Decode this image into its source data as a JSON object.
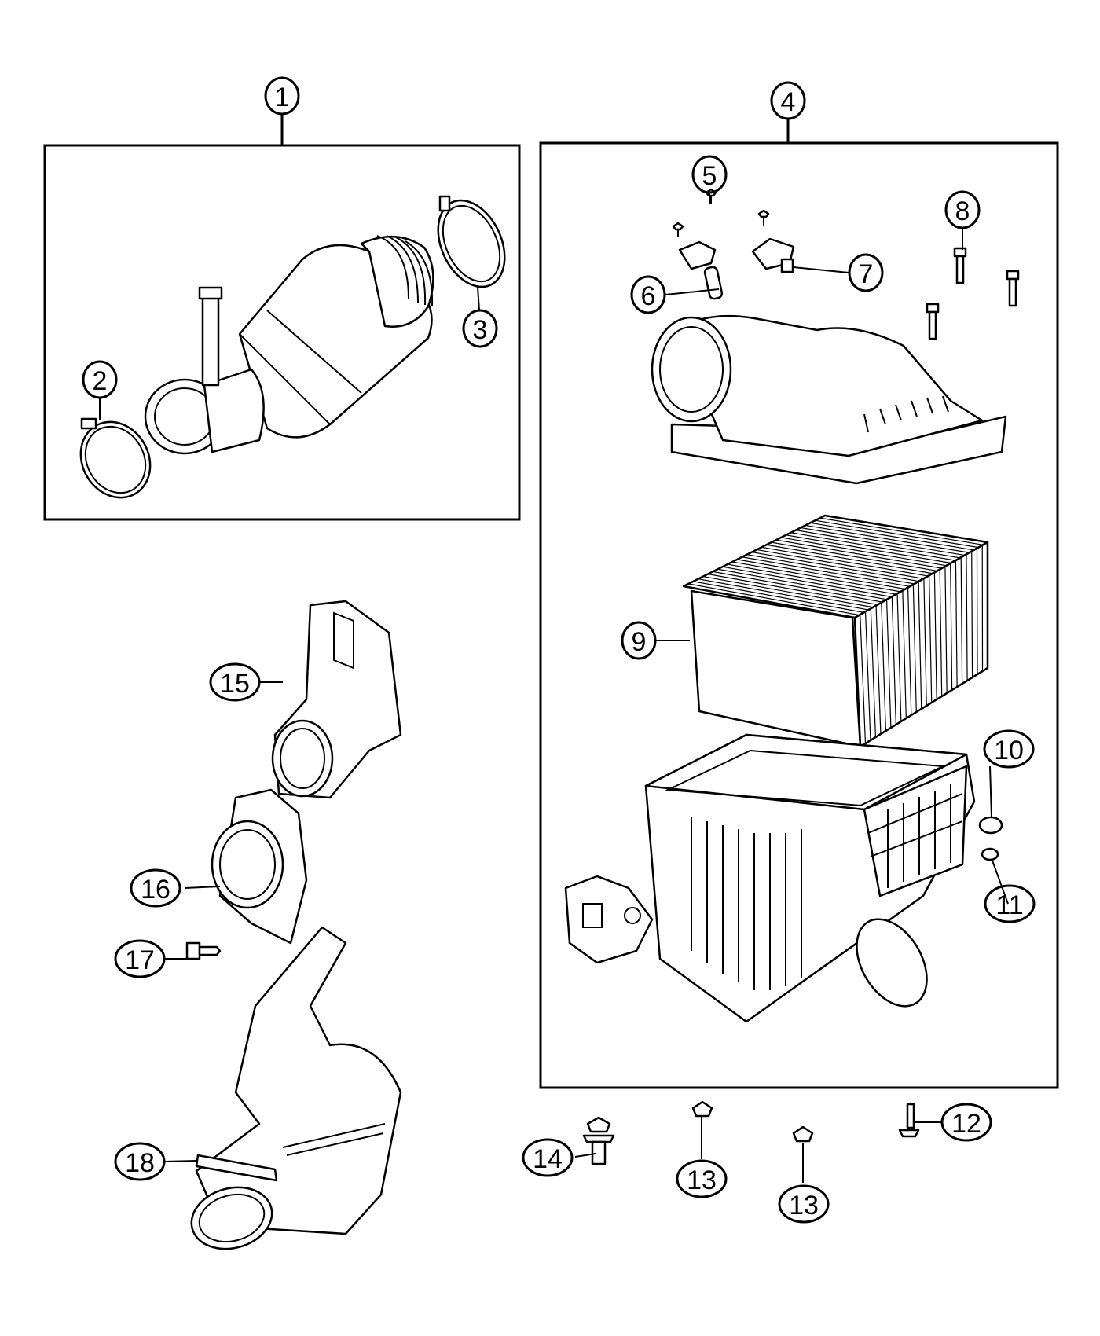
{
  "callouts": {
    "c1": "1",
    "c2": "2",
    "c3": "3",
    "c4": "4",
    "c5": "5",
    "c6": "6",
    "c7": "7",
    "c8": "8",
    "c9": "9",
    "c10": "10",
    "c11": "11",
    "c12": "12",
    "c13a": "13",
    "c13b": "13",
    "c14": "14",
    "c15": "15",
    "c16": "16",
    "c17": "17",
    "c18": "18"
  },
  "parts": {
    "p1": "air-intake-duct-assembly",
    "p2": "hose-clamp-small",
    "p3": "hose-clamp-large",
    "p4": "air-cleaner-assembly",
    "p5": "screw",
    "p6": "air-temperature-sensor",
    "p7": "mass-airflow-sensor",
    "p8": "bolt",
    "p9": "air-filter-element",
    "p10": "grommet",
    "p11": "isolator",
    "p12": "bolt",
    "p13": "nut",
    "p14": "bolt",
    "p15": "air-inlet-duct",
    "p16": "air-inlet-adapter",
    "p17": "push-pin",
    "p18": "air-inlet-duct-lower"
  },
  "colors": {
    "line": "#000000",
    "background": "#ffffff"
  }
}
